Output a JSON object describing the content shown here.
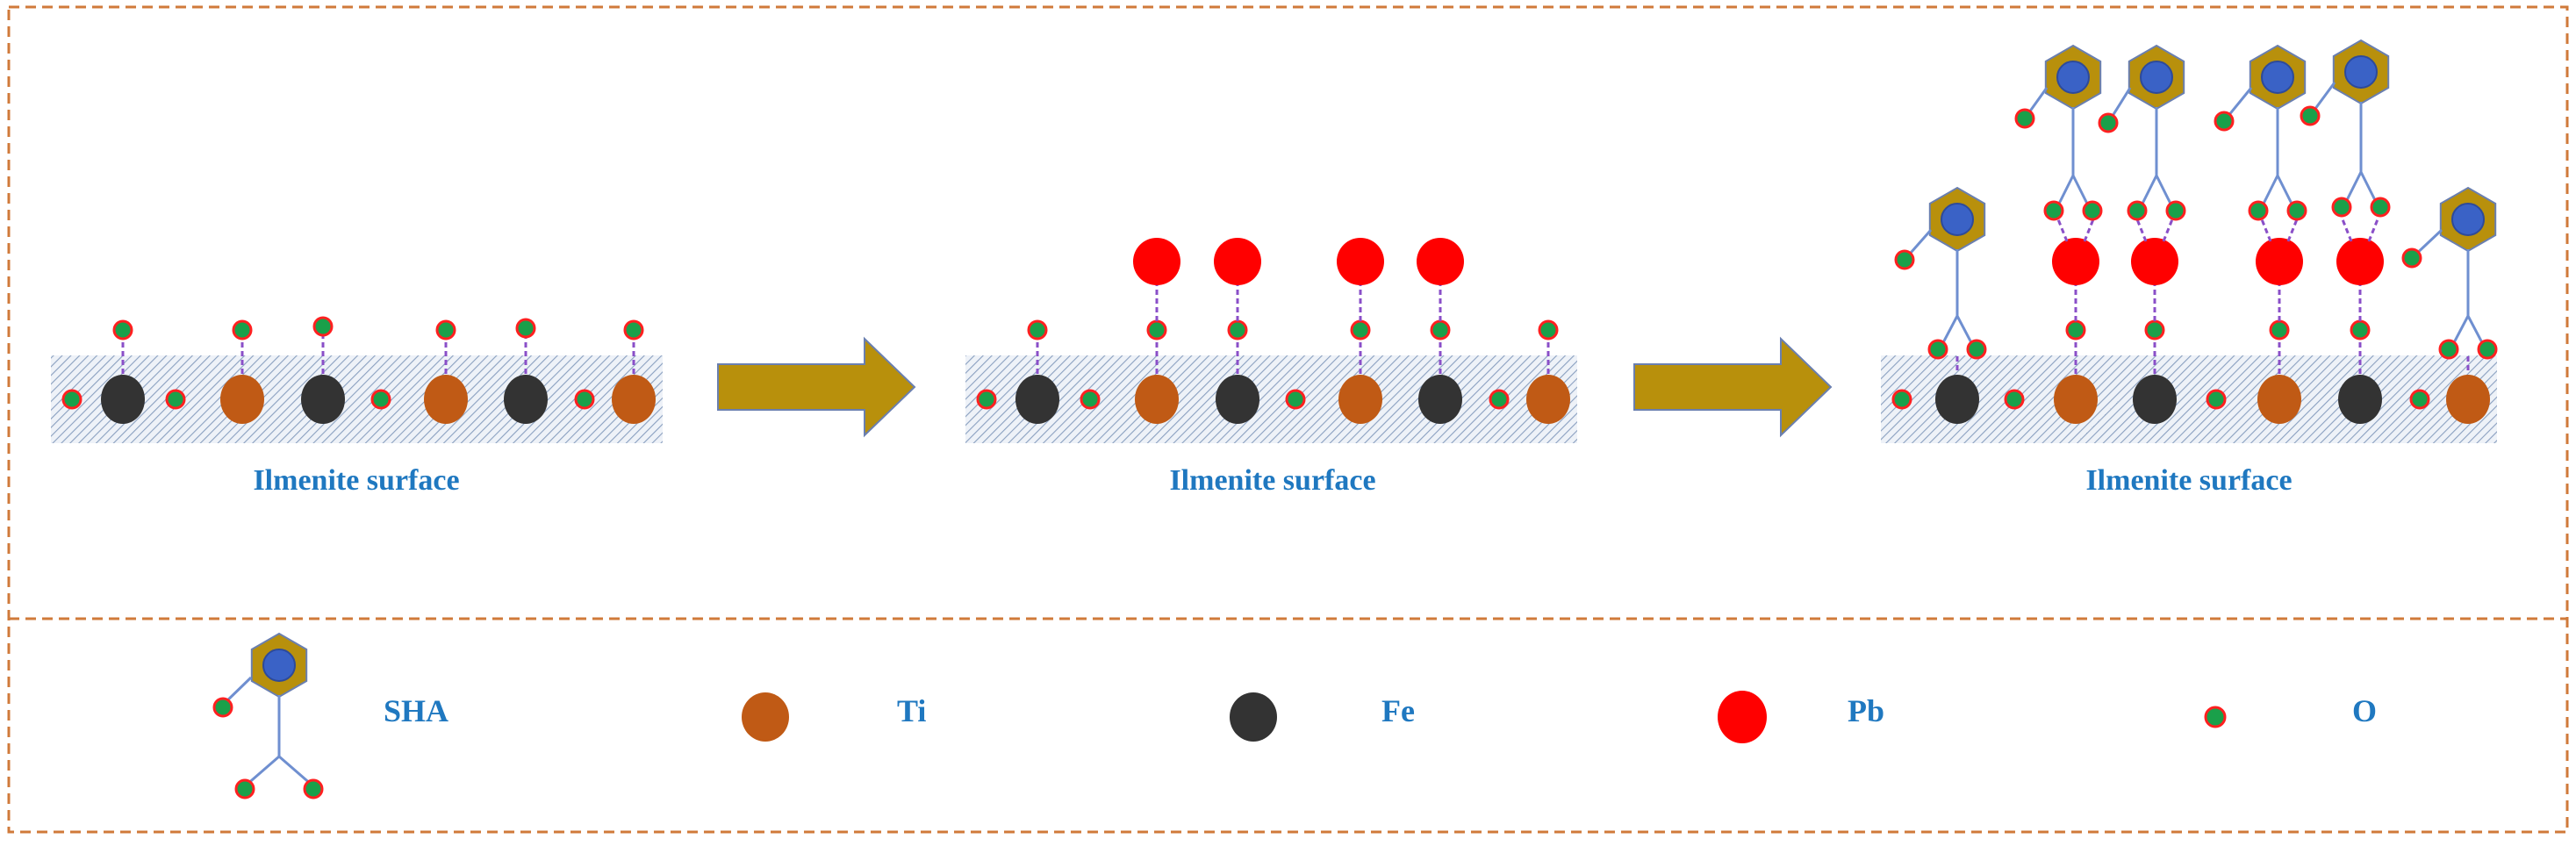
{
  "colors": {
    "frame": "#d07a3a",
    "label": "#1f78c0",
    "ti": "#c05a15",
    "fe": "#333333",
    "pb": "#ff0000",
    "o_fill": "#1aa04a",
    "o_ring": "#ff2020",
    "sha_hex": "#b8900c",
    "sha_core": "#3a62c6",
    "sha_stem": "#6f8fd0",
    "bond": "#8a4fc8",
    "arrow": "#b8900c",
    "surface_hatch": "#7a94b8"
  },
  "stages": [
    {
      "surface_label": "Ilmenite surface",
      "description": "bare ilmenite surface"
    },
    {
      "surface_label": "Ilmenite surface",
      "description": "Pb adsorbed on surface O"
    },
    {
      "surface_label": "Ilmenite surface",
      "description": "SHA bonded to Pb and surface"
    }
  ],
  "legend": {
    "sha": "SHA",
    "ti": "Ti",
    "fe": "Fe",
    "pb": "Pb",
    "o": "O"
  },
  "icons": {
    "arrows": [
      "right-arrow-icon",
      "right-arrow-icon"
    ]
  }
}
